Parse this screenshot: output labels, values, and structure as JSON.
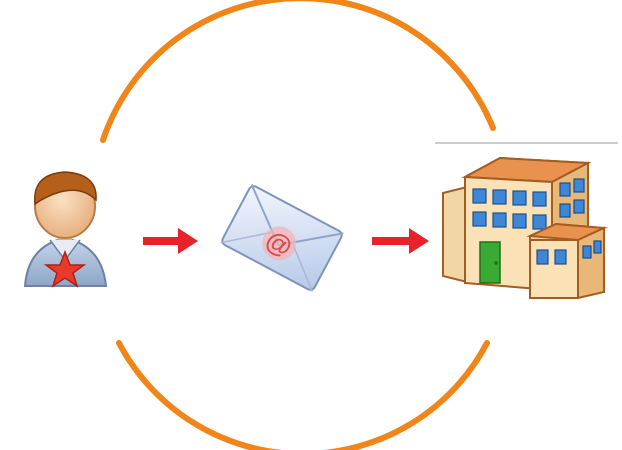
{
  "diagram": {
    "nodes": [
      {
        "id": "user",
        "icon": "user-star-icon"
      },
      {
        "id": "email",
        "icon": "email-at-icon"
      },
      {
        "id": "building",
        "icon": "office-building-icon"
      }
    ],
    "flow": [
      {
        "from": "user",
        "to": "email",
        "icon": "arrow-right-icon"
      },
      {
        "from": "email",
        "to": "building",
        "icon": "arrow-right-icon"
      }
    ],
    "colors": {
      "cycle_arc": "#F08519",
      "arrow": "#E8222A",
      "separator_line": "#9A9A9A",
      "user_face": "#F3C9A0",
      "user_hair": "#B45F1A",
      "user_shirt": "#A9BCD6",
      "user_star": "#E8392B",
      "envelope_body": "#CFDCF2",
      "envelope_outline": "#8FA4C8",
      "envelope_at": "#E14A4A",
      "building_wall": "#F5D8A4",
      "building_roof": "#E9914E",
      "building_outline": "#A45C22",
      "building_window": "#3E86D6",
      "building_door": "#3BAA35"
    }
  }
}
